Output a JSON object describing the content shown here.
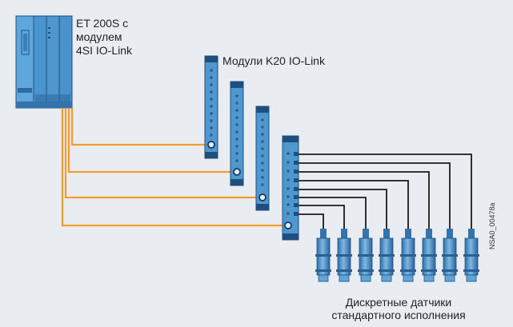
{
  "labels": {
    "et200s_line1": "ET 200S с",
    "et200s_line2": "модулем",
    "et200s_line3": "4SI IO-Link",
    "k20_modules": "Модули K20 IO-Link",
    "sensors_line1": "Дискретные датчики",
    "sensors_line2": "стандартного исполнения",
    "figure_code": "NSA0_00478a"
  },
  "colors": {
    "background": "#e9edf1",
    "device_blue": "#4f97cf",
    "device_dark": "#1f4f7f",
    "io_link_cable": "#f39b2f",
    "sensor_cable": "#1a1a1a"
  },
  "icons": [
    "et200s-station-icon",
    "k20-io-link-module-icon",
    "discrete-sensor-icon"
  ],
  "counts": {
    "k20_modules": 4,
    "io_link_cables": 4,
    "sensors": 8
  }
}
